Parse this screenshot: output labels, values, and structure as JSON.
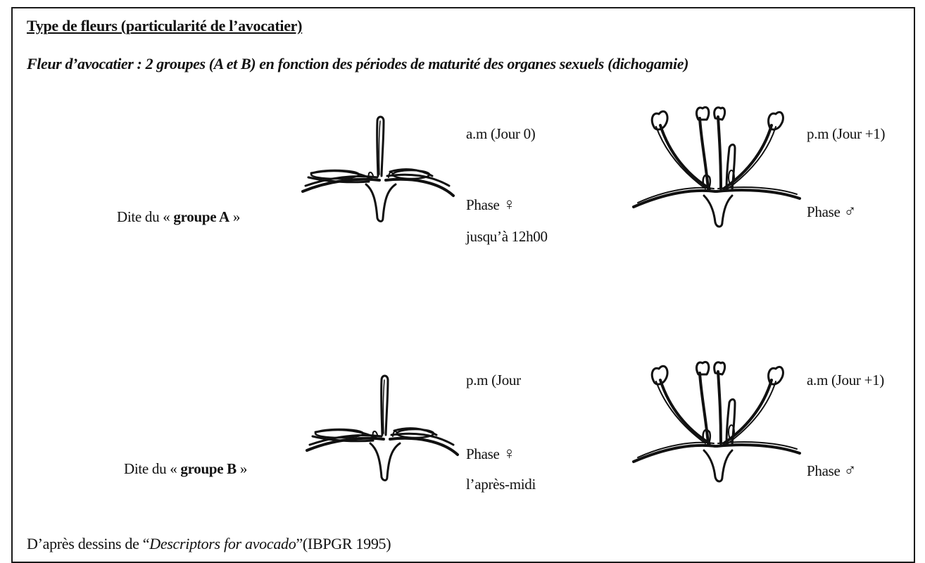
{
  "header": {
    "title": "Type de fleurs (particularité de l’avocatier)",
    "subtitle": "Fleur d’avocatier : 2 groupes (A et B) en fonction des périodes de maturité des organes sexuels (dichogamie)"
  },
  "group_a": {
    "prefix": "Dite du « ",
    "name": "groupe A",
    "suffix": " »",
    "female": {
      "time": "a.m (Jour 0)",
      "phase": "Phase",
      "symbol": "♀",
      "note": "jusqu’à 12h00"
    },
    "male": {
      "time": "p.m (Jour +1)",
      "phase": "Phase",
      "symbol": "♂"
    }
  },
  "group_b": {
    "prefix": "Dite du «  ",
    "name": "groupe B",
    "suffix": " »",
    "female": {
      "time": "p.m (Jour",
      "phase": "Phase",
      "symbol": "♀",
      "note": "l’après-midi"
    },
    "male": {
      "time": "a.m (Jour +1)",
      "phase": "Phase",
      "symbol": "♂"
    }
  },
  "source": {
    "prefix": "D’après dessins de “",
    "work": "Descriptors for avocado",
    "suffix": "”(IBPGR 1995)"
  }
}
